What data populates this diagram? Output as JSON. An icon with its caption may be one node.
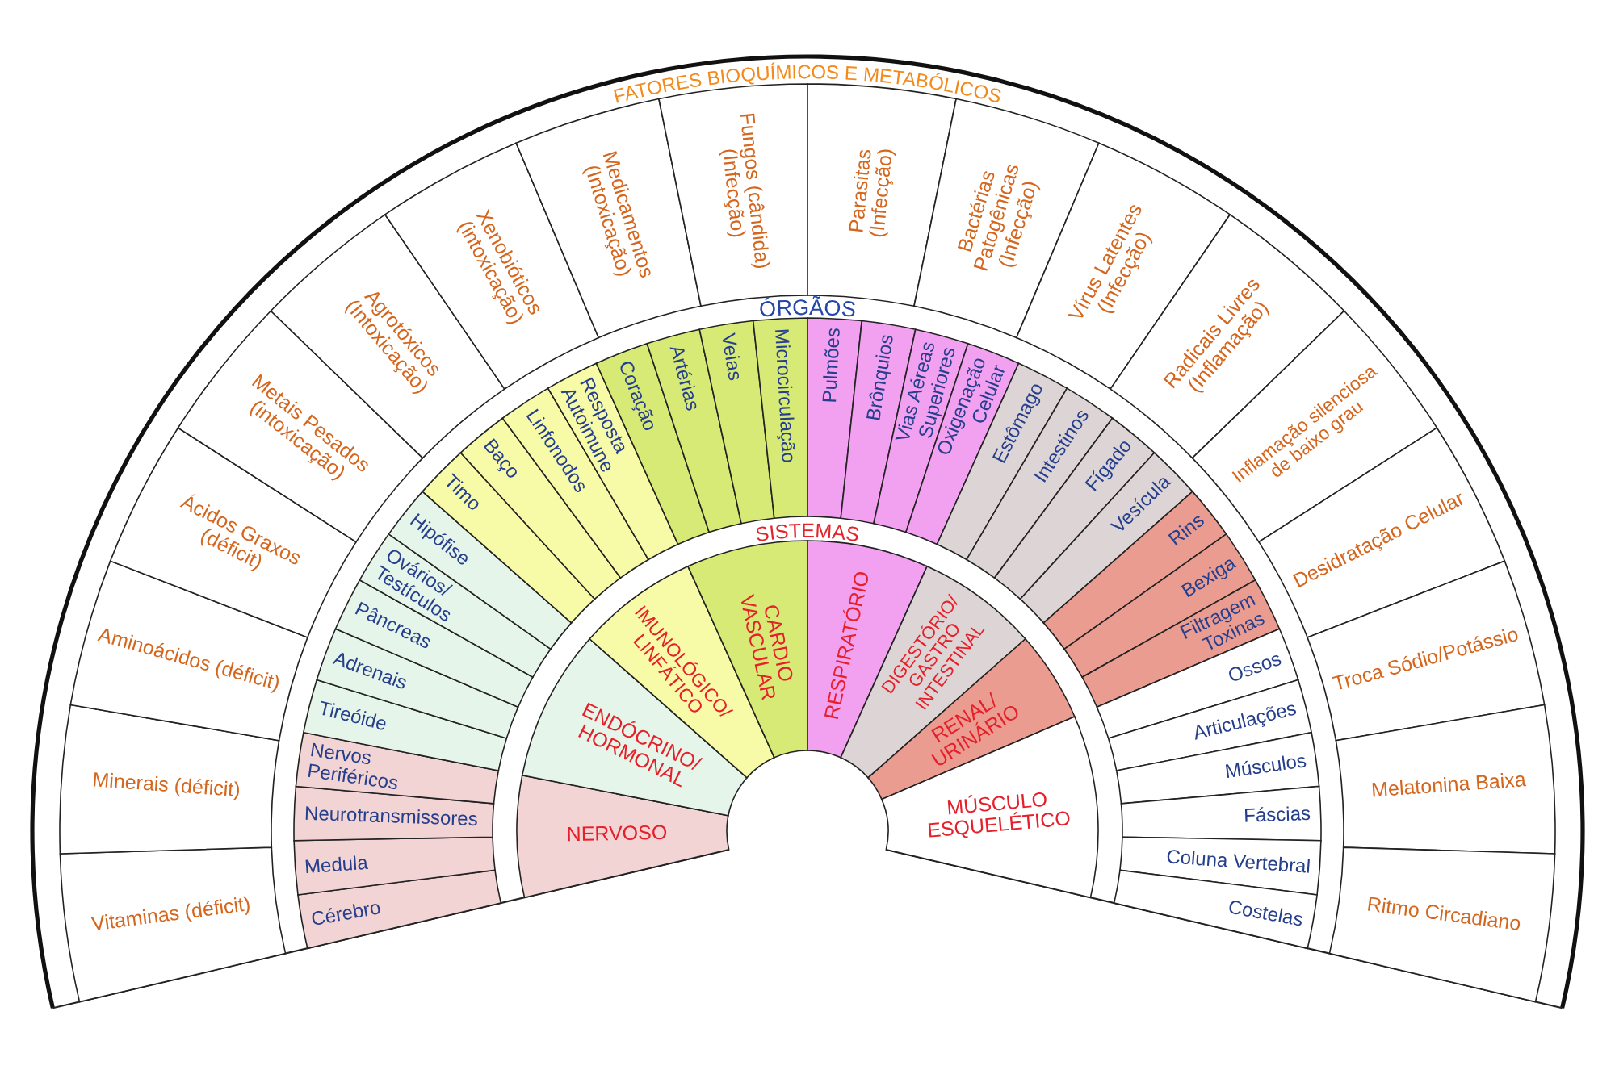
{
  "diagram": {
    "nodes": [
      {
        "text": [
          "Vitaminas (déficit)"
        ]
      },
      {
        "text": [
          "Minerais (déficit)"
        ]
      },
      {
        "text": [
          "Aminoácidos (déficit)"
        ]
      },
      {
        "text": [
          "Ácidos Graxos (déficit)"
        ]
      },
      {
        "text": [
          "Metais Pesados (intoxicação)"
        ]
      },
      {
        "text": [
          "Agrotóxicos (Intoxicação)"
        ]
      },
      {
        "text": [
          "Xenobióticos (intoxicação)"
        ]
      },
      {
        "text": [
          "Medicamentos (Intoxicação)"
        ]
      },
      {
        "text": [
          "Fungos (cândida) (Infecção)"
        ]
      },
      {
        "text": [
          "Parasitas (Infecção)"
        ]
      },
      {
        "text": [
          "Bactérias Patogênicas (Infecção)"
        ]
      },
      {
        "text": [
          "Vírus Latentes (Infecção)"
        ]
      },
      {
        "text": [
          "Radicais Livres (Inflamação)"
        ]
      },
      {
        "text": [
          "Inflamação silenciosa de baixo grau"
        ]
      },
      {
        "text": [
          "Desidratação Celular"
        ]
      },
      {
        "text": [
          "Troca Sódio/Potássio"
        ]
      },
      {
        "text": [
          "Melatonina Baixa"
        ]
      },
      {
        "text": [
          "Ritmo Circadiano"
        ]
      },
      {
        "text": [
          "Cérebro"
        ]
      },
      {
        "text": [
          "Medula"
        ]
      },
      {
        "text": [
          "Neurotransmissores"
        ]
      },
      {
        "text": [
          "Nervos Periféricos"
        ]
      },
      {
        "text": [
          "Tireóide"
        ]
      },
      {
        "text": [
          "Adrenais"
        ]
      },
      {
        "text": [
          "Pâncreas"
        ]
      },
      {
        "text": [
          "Ovários/ Testículos"
        ]
      },
      {
        "text": [
          "Hipófise"
        ]
      },
      {
        "text": [
          "Timo"
        ]
      },
      {
        "text": [
          "Baço"
        ]
      },
      {
        "text": [
          "Linfonodos"
        ]
      },
      {
        "text": [
          "Resposta Autoimune"
        ]
      },
      {
        "text": [
          "Coração"
        ]
      },
      {
        "text": [
          "Artérias"
        ]
      },
      {
        "text": [
          "Veias"
        ]
      },
      {
        "text": [
          "Microcirculação"
        ]
      },
      {
        "text": [
          "Pulmões"
        ]
      },
      {
        "text": [
          "Brônquios"
        ]
      },
      {
        "text": [
          "Vias Aéreas Superiores"
        ]
      },
      {
        "text": [
          "Oxigenação Celular"
        ]
      },
      {
        "text": [
          "Estômago"
        ]
      },
      {
        "text": [
          "Intestinos"
        ]
      },
      {
        "text": [
          "Fígado"
        ]
      },
      {
        "text": [
          "Vesícula"
        ]
      },
      {
        "text": [
          "Rins"
        ]
      },
      {
        "text": [
          "Bexiga"
        ]
      },
      {
        "text": [
          "Filtragem Toxinas"
        ]
      },
      {
        "text": [
          "Ossos"
        ]
      },
      {
        "text": [
          "Articulações"
        ]
      },
      {
        "text": [
          "Músculos"
        ]
      },
      {
        "text": [
          "Fáscias"
        ]
      },
      {
        "text": [
          "Coluna Vertebral"
        ]
      },
      {
        "text": [
          "Costelas"
        ]
      },
      {
        "text": [
          "NERVOSO"
        ]
      },
      {
        "text": [
          "ENDÓCRINO/ HORMONAL"
        ]
      },
      {
        "text": [
          "IMUNOLÓGICO/ LINFÁTICO"
        ]
      },
      {
        "text": [
          "CARDIO VASCULAR"
        ]
      },
      {
        "text": [
          "RESPIRATÓRIO"
        ]
      },
      {
        "text": [
          "DIGESTÓRIO/ GASTRO INTESTINAL"
        ]
      },
      {
        "text": [
          "RENAL/ URINÁRIO"
        ]
      },
      {
        "text": [
          "MÚSCULO ESQUELÉTICO"
        ]
      }
    ],
    "labels": [
      "FATORES BIOQUÍMICOS E METABÓLICOS",
      "ÓRGÃOS",
      "SISTEMAS"
    ]
  }
}
